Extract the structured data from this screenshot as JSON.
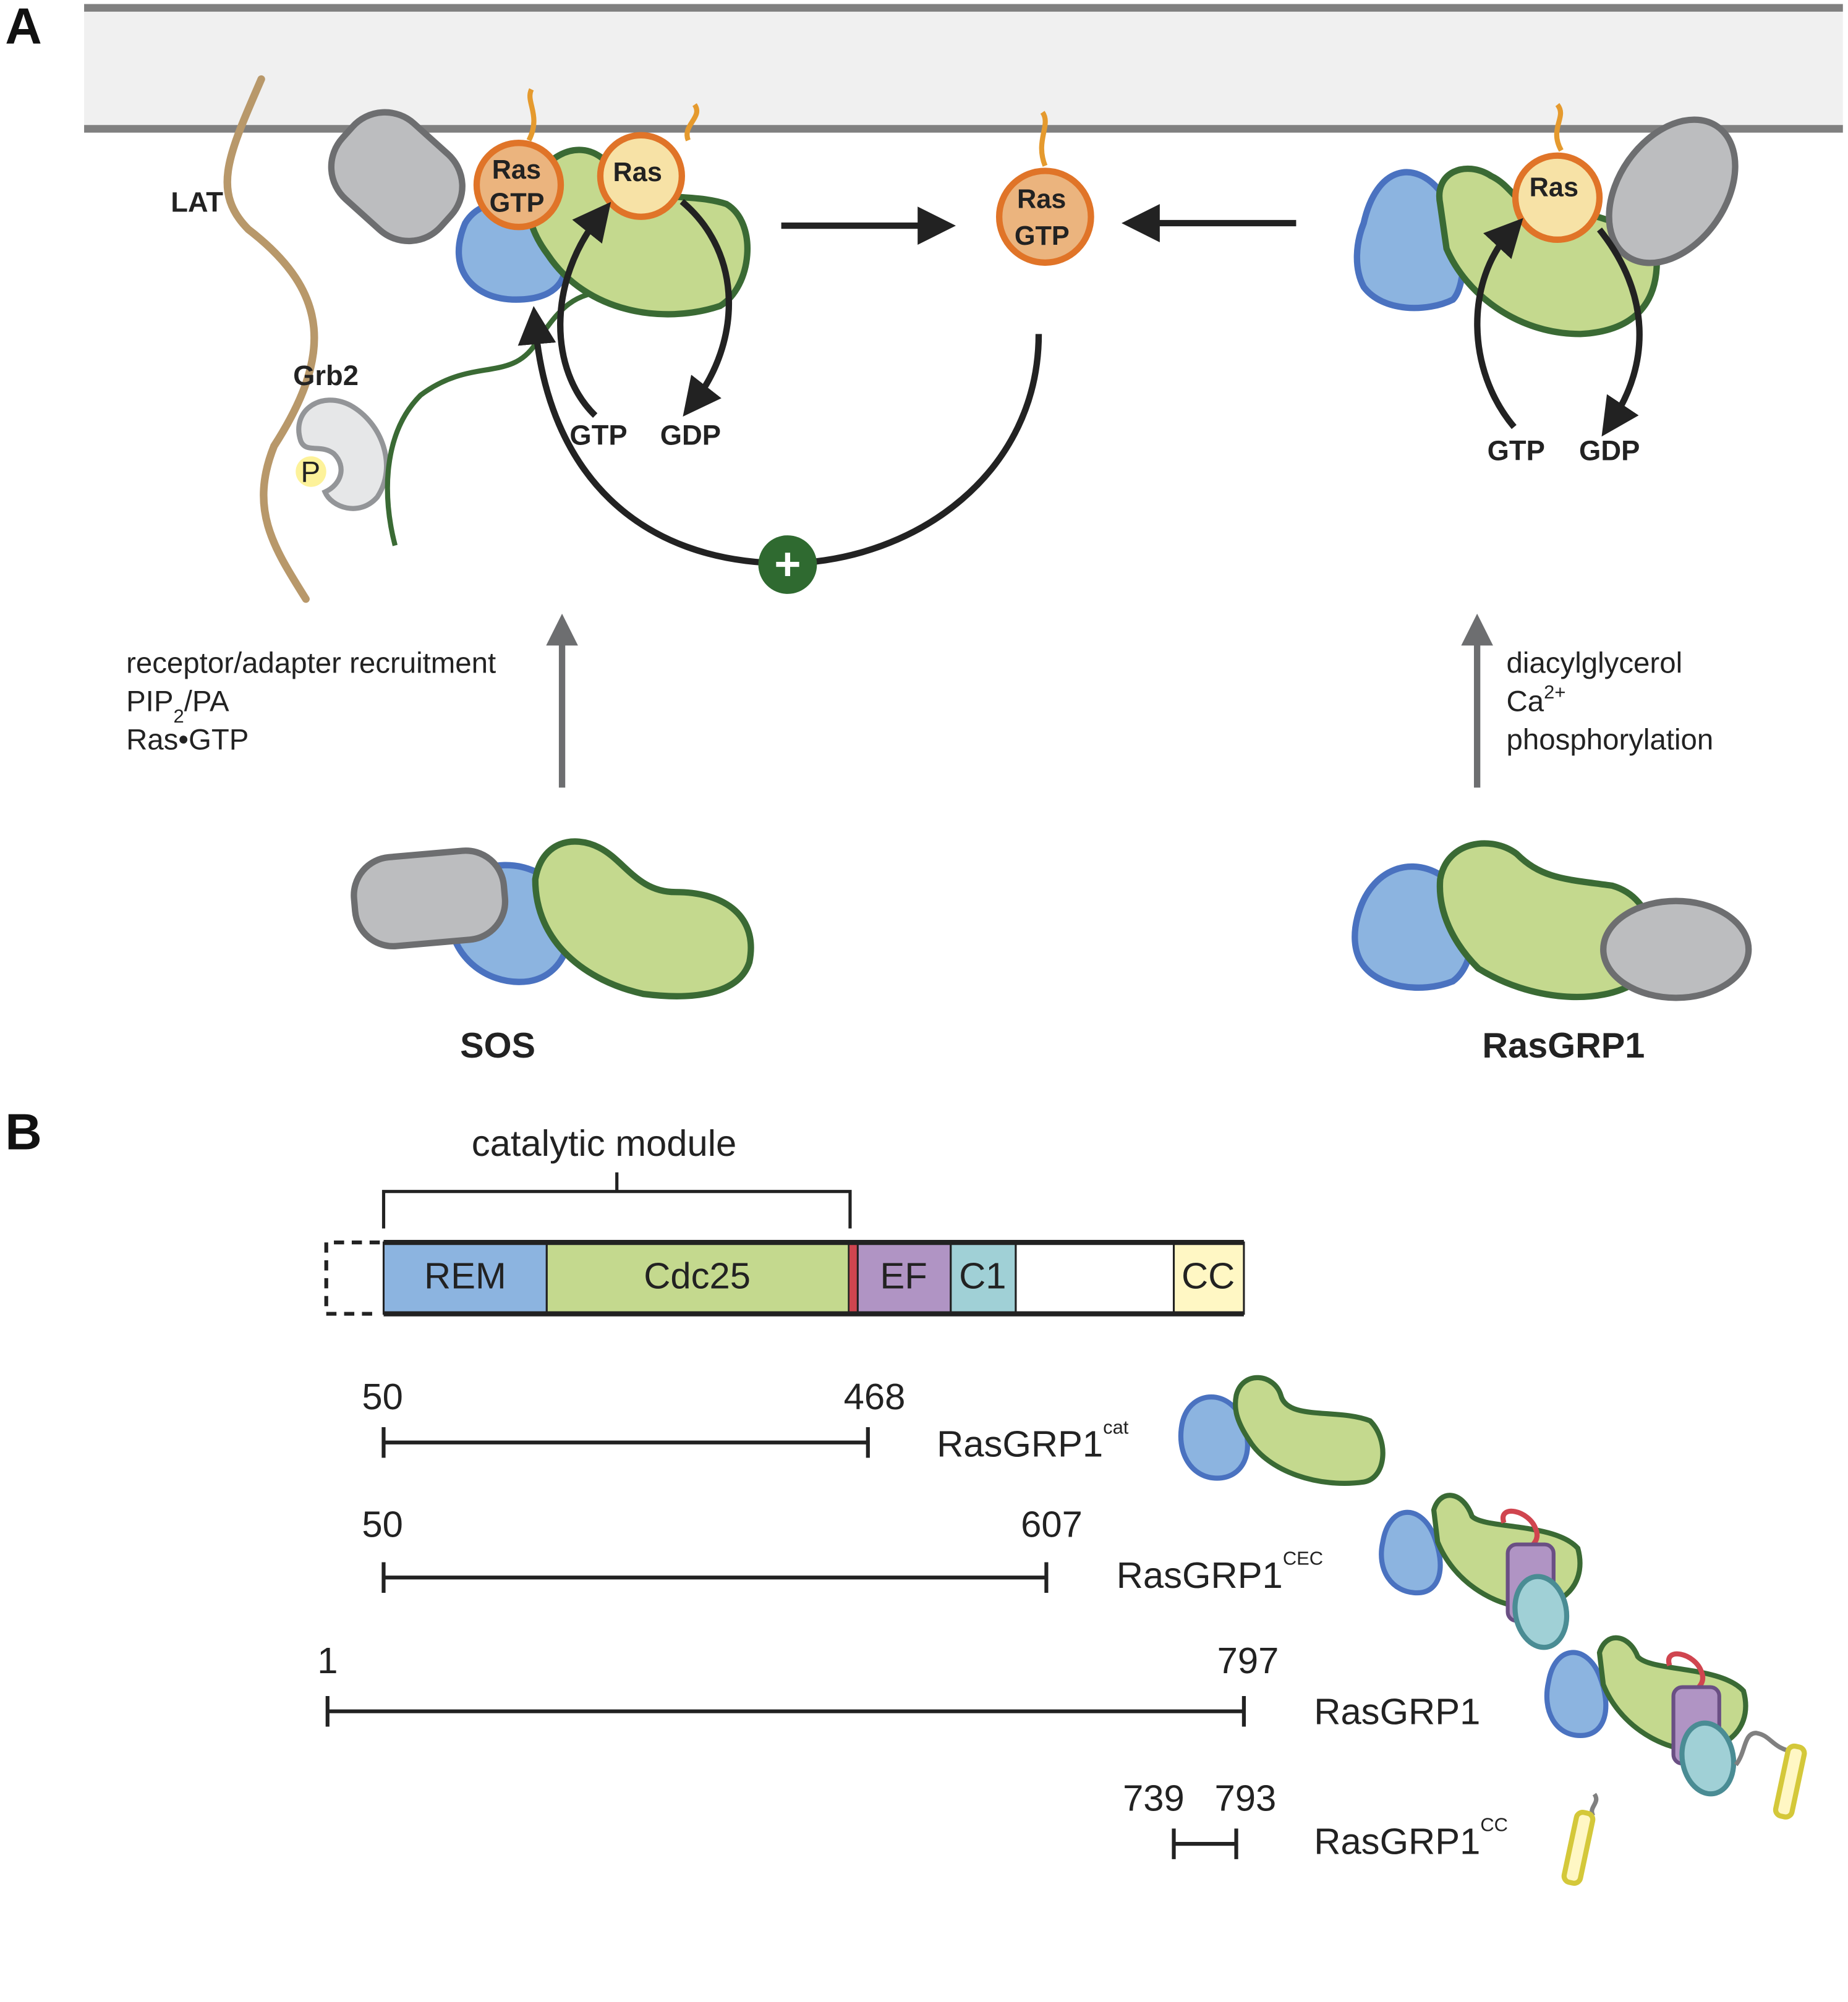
{
  "panels": {
    "a": {
      "letter": "A",
      "labels": {
        "lat": "LAT",
        "grb2": "Grb2",
        "phospho": "P",
        "ras": "Ras",
        "ras_gtp_line1": "Ras",
        "ras_gtp_line2": "GTP",
        "gtp": "GTP",
        "gdp": "GDP",
        "sos": "SOS",
        "rasgrp1": "RasGRP1"
      },
      "sos_inputs": {
        "line1": "receptor/adapter recruitment",
        "line2_main": "PIP",
        "line2_sub": "2",
        "line2_rest": "/PA",
        "line3": "Ras•GTP"
      },
      "rasgrp1_inputs": {
        "line1": "diacylglycerol",
        "line2_main": "Ca",
        "line2_sup": "2+",
        "line3": "phosphorylation"
      },
      "feedback_symbol": "+"
    },
    "b": {
      "letter": "B",
      "module_label": "catalytic module",
      "domains": [
        {
          "name": "REM",
          "color": "#8cb4e0"
        },
        {
          "name": "Cdc25",
          "color": "#c4d98e"
        },
        {
          "name": "",
          "color": "#d0454f"
        },
        {
          "name": "EF",
          "color": "#b094c4"
        },
        {
          "name": "C1",
          "color": "#a0d0d6"
        },
        {
          "name": "",
          "color": "#ffffff"
        },
        {
          "name": "CC",
          "color": "#fff7c4"
        }
      ],
      "constructs": [
        {
          "start": "50",
          "end": "468",
          "name": "RasGRP1",
          "sup": "cat"
        },
        {
          "start": "50",
          "end": "607",
          "name": "RasGRP1",
          "sup": "CEC"
        },
        {
          "start": "1",
          "end": "797",
          "name": "RasGRP1",
          "sup": ""
        },
        {
          "start": "739",
          "end": "793",
          "name": "RasGRP1",
          "sup": "CC"
        }
      ]
    }
  },
  "colors": {
    "membrane_fill": "#f0f0f0",
    "membrane_line": "#808080",
    "rem_blue": "#8cb4e0",
    "rem_stroke": "#4a72c0",
    "cdc25_green": "#c4d98e",
    "cdc25_stroke": "#3a6a34",
    "gray_domain": "#bcbdbf",
    "gray_stroke": "#6d6e70",
    "ras_gtp_fill": "#ebb47e",
    "ras_fill": "#f7e2a6",
    "ras_stroke": "#e07428",
    "lipid": "#e59a2e",
    "lat": "#b8986a",
    "grb2_fill": "#e6e7e8",
    "grb2_stroke": "#939598",
    "phospho_fill": "#fdf29a",
    "feedback_green": "#2f6a30"
  }
}
